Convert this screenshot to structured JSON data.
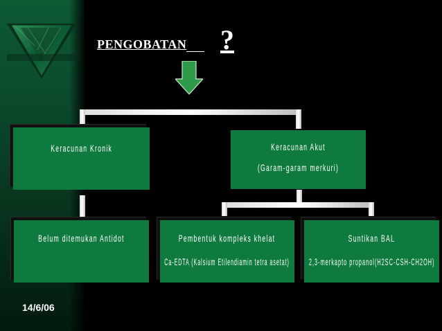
{
  "slide": {
    "title": "PENGOBATAN",
    "question_mark": "?",
    "date": "14/6/06"
  },
  "boxes": {
    "kronik": {
      "lines": [
        "Keracunan Kronik"
      ]
    },
    "akut": {
      "lines": [
        "Keracunan Akut",
        "(Garam-garam merkuri)"
      ]
    },
    "antidot": {
      "lines": [
        "Belum ditemukan Antidot"
      ]
    },
    "khelat": {
      "lines": [
        "Pembentuk kompleks khelat",
        "Ca-EDTA (Kalsium Etilendiamin tetra asetat)"
      ]
    },
    "bal": {
      "lines": [
        "Suntikan BAL",
        "2,3-merkapto propanol(H2SC-CSH-CH2OH)"
      ]
    }
  },
  "colors": {
    "box_fill": "#0f7a3d",
    "arrow_fill": "#2e9a4a",
    "band": "#0b4a2c"
  },
  "icons": [
    "emblem-triangle-icon",
    "down-arrow-icon"
  ]
}
